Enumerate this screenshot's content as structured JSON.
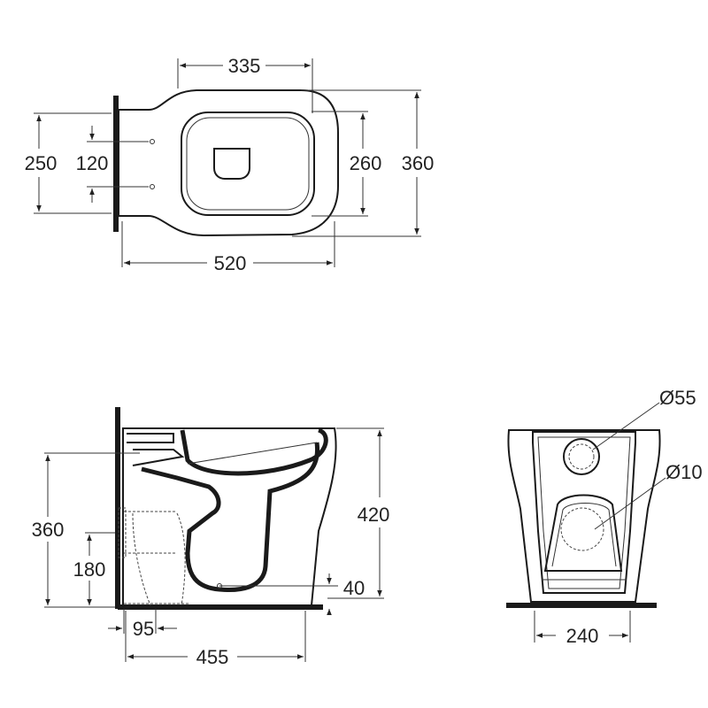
{
  "top_view": {
    "dim_width": "335",
    "dim_length": "520",
    "dim_outer_depth": "250",
    "dim_hole_spacing": "120",
    "dim_inner_depth": "260",
    "dim_total_depth": "360"
  },
  "side_view": {
    "dim_outlet_height": "360",
    "dim_outlet_center": "180",
    "dim_height": "420",
    "dim_floor_clearance": "40",
    "dim_outlet_offset": "95",
    "dim_length": "455"
  },
  "front_view": {
    "dim_inlet_diameter": "Ø55",
    "dim_outlet_diameter": "Ø10",
    "dim_width": "240"
  }
}
